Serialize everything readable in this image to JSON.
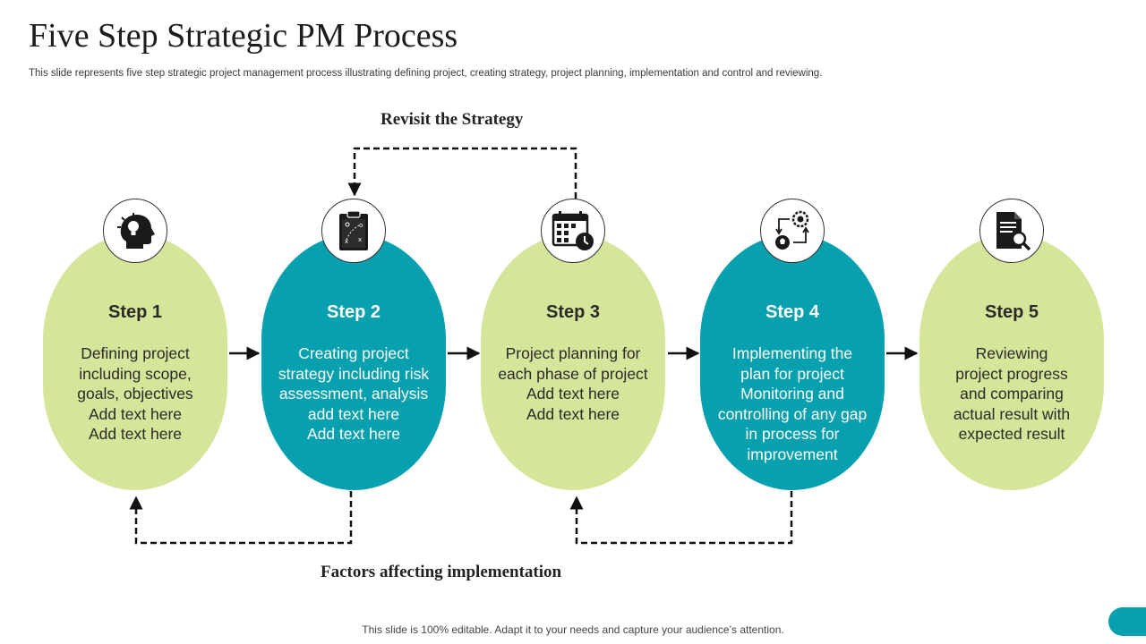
{
  "title": "Five Step Strategic PM Process",
  "subtitle": "This slide represents five step strategic project management process illustrating defining project, creating strategy, project planning, implementation and control and reviewing.",
  "top_label": "Revisit the Strategy",
  "bottom_label": "Factors affecting implementation",
  "footer": "This slide is 100% editable. Adapt it to your needs and capture your audience’s attention.",
  "colors": {
    "green": "#d5e59a",
    "teal": "#06a0ae",
    "line": "#111111"
  },
  "steps": [
    {
      "title": "Step 1",
      "icon": "head-lightbulb-icon",
      "lines": [
        "Defining project",
        "including scope,",
        "goals, objectives",
        "Add text here",
        "Add text here"
      ]
    },
    {
      "title": "Step 2",
      "icon": "clipboard-strategy-icon",
      "lines": [
        "Creating project",
        "strategy including risk",
        "assessment, analysis",
        "add text here",
        "Add text here"
      ]
    },
    {
      "title": "Step 3",
      "icon": "calendar-clock-icon",
      "lines": [
        "Project planning for",
        "each phase of project",
        "Add text here",
        "Add text here"
      ]
    },
    {
      "title": "Step 4",
      "icon": "process-cycle-icon",
      "lines": [
        "Implementing the",
        "plan for project",
        "Monitoring and",
        "controlling of any gap",
        "in process for",
        "improvement"
      ]
    },
    {
      "title": "Step 5",
      "icon": "document-search-icon",
      "lines": [
        "Reviewing",
        "project progress",
        "and comparing",
        "actual result with",
        "expected result"
      ]
    }
  ]
}
